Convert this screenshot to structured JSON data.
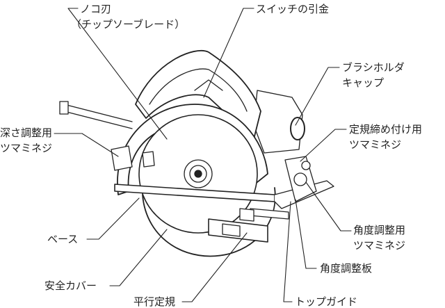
{
  "labels": {
    "blade": "ノコ刃",
    "blade_sub": "（チップソーブレード）",
    "switch_trigger": "スイッチの引金",
    "brush_holder_1": "ブラシホルダ",
    "brush_holder_2": "キャップ",
    "guide_clamp_1": "定規締め付け用",
    "guide_clamp_2": "ツマミネジ",
    "depth_adjust_1": "深さ調整用",
    "depth_adjust_2": "ツマミネジ",
    "base": "ベース",
    "angle_knob_1": "角度調整用",
    "angle_knob_2": "ツマミネジ",
    "angle_plate": "角度調整板",
    "safety_cover": "安全カバー",
    "parallel_guide": "平行定規",
    "top_guide": "トップガイド"
  },
  "colors": {
    "line": "#222222",
    "fill": "#ffffff"
  }
}
